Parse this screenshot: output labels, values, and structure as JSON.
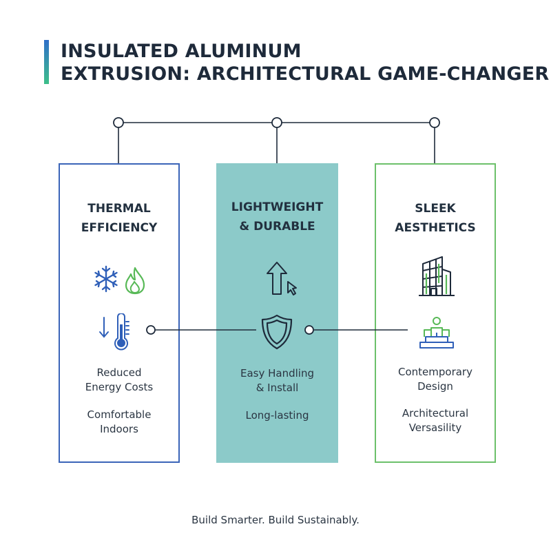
{
  "title": {
    "line1": "INSULATED ALUMINUM",
    "line2": "EXTRUSION: ARCHITECTURAL GAME-CHANGER"
  },
  "panels": [
    {
      "title_lines": [
        "THERMAL",
        "EFFICIENCY"
      ],
      "icons": [
        "snowflake-icon",
        "flame-icon",
        "thermometer-down-icon"
      ],
      "benefits": [
        {
          "lines": [
            "Reduced",
            "Energy Costs"
          ]
        },
        {
          "lines": [
            "Comfortable",
            "Indoors"
          ]
        }
      ],
      "border_color": "#3a64b8"
    },
    {
      "title_lines": [
        "LIGHTWEIGHT",
        "& DURABLE"
      ],
      "icons": [
        "up-arrow-cursor-icon",
        "shield-icon"
      ],
      "benefits": [
        {
          "lines": [
            "Easy Handling",
            "& Install"
          ]
        },
        {
          "lines": [
            "Long-lasting"
          ]
        }
      ],
      "fill_color": "#8ccac9"
    },
    {
      "title_lines": [
        "SLEEK",
        "AESTHETICS"
      ],
      "icons": [
        "building-icon",
        "designer-desk-icon"
      ],
      "benefits": [
        {
          "lines": [
            "Contemporary",
            "Design"
          ]
        },
        {
          "lines": [
            "Architectural",
            "Versasility"
          ]
        }
      ],
      "border_color": "#6cc06a"
    }
  ],
  "tagline": "Build Smarter. Build Sustainably.",
  "colors": {
    "blue": "#3a64b8",
    "teal": "#8ccac9",
    "green": "#6cc06a",
    "line": "#1e2a3a"
  }
}
